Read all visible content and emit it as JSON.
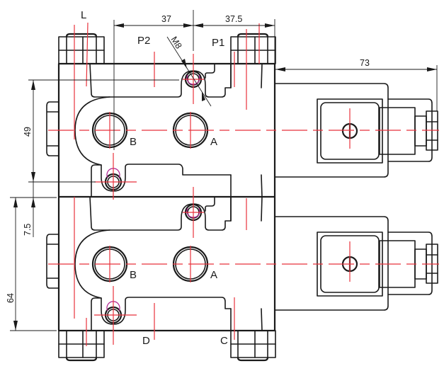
{
  "drawing": {
    "title": "Double solenoid valve block, 2 stations",
    "colors": {
      "outline": "#1a1a1a",
      "centerline": "#e8323c",
      "thread": "#b0208f",
      "background": "#ffffff"
    }
  },
  "port_labels": {
    "L": "L",
    "P2": "P2",
    "P1": "P1",
    "B_upper": "B",
    "A_upper": "A",
    "B_lower": "B",
    "A_lower": "A",
    "D": "D",
    "C": "C"
  },
  "dimensions": {
    "top_left": "37",
    "top_right": "37.5",
    "solenoid_length": "73",
    "upper_height": "49",
    "gap": "7.5",
    "lower_height": "64",
    "thread": "M8"
  }
}
